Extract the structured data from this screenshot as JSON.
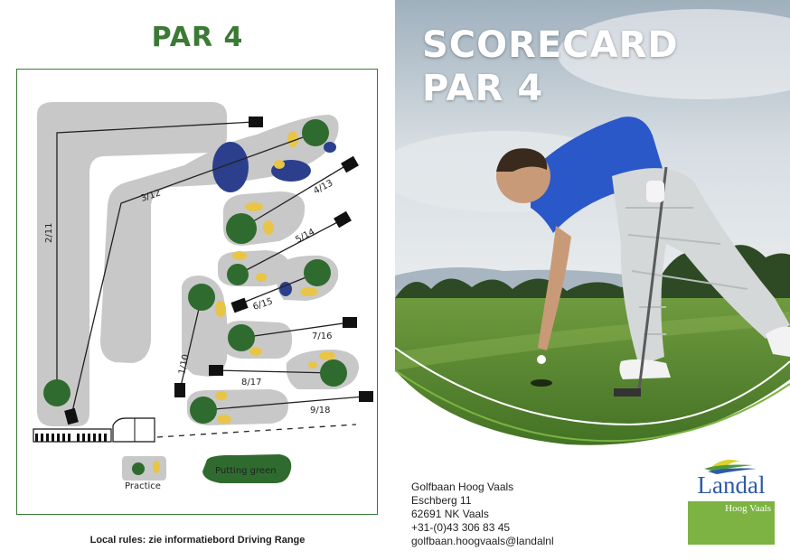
{
  "left": {
    "title": "PAR 4",
    "local_rules": "Local rules: zie informatiebord Driving Range"
  },
  "map": {
    "hole_labels": [
      "2/11",
      "3/12",
      "4/13",
      "5/14",
      "6/15",
      "1/10",
      "7/16",
      "8/17",
      "9/18"
    ],
    "practice_label": "Practice",
    "putting_green_label": "Putting green"
  },
  "right": {
    "title_line1": "SCORECARD",
    "title_line2": "PAR 4"
  },
  "address": {
    "line1": "Golfbaan Hoog Vaals",
    "line2": "Eschberg 11",
    "line3": "62691 NK Vaals",
    "line4": "+31-(0)43 306 83 45",
    "line5": "golfbaan.hoogvaals@landalnl"
  },
  "logo": {
    "word": "Landal",
    "sub": "Hoog Vaals"
  },
  "colors": {
    "brand_green": "#3a7a35",
    "fairway_grey": "#c8c8c8",
    "green": "#2f6b2e",
    "bunker_yellow": "#e8c547",
    "water_blue": "#2b3f8c",
    "landal_blue": "#2e5aa8",
    "landal_green": "#7cb342"
  }
}
